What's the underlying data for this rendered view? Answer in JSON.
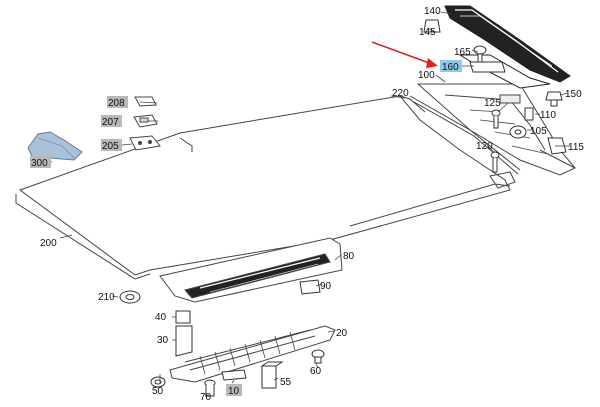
{
  "labels": {
    "l140": "140",
    "l145": "145",
    "l165": "165",
    "l160": "160",
    "l100": "100",
    "l220": "220",
    "l125": "125",
    "l150": "150",
    "l110": "110",
    "l105": "105",
    "l120": "120",
    "l115": "115",
    "l208": "208",
    "l207": "207",
    "l205": "205",
    "l300": "300",
    "l200": "200",
    "l80": "80",
    "l90": "90",
    "l210": "210",
    "l40": "40",
    "l30": "30",
    "l20": "20",
    "l60": "60",
    "l50": "50",
    "l70": "70",
    "l10": "10",
    "l55": "55"
  },
  "colors": {
    "highlight": "#8ec8ea",
    "badge": "#b8b8b8",
    "arrow": "#e0201c",
    "line": "#333333"
  }
}
